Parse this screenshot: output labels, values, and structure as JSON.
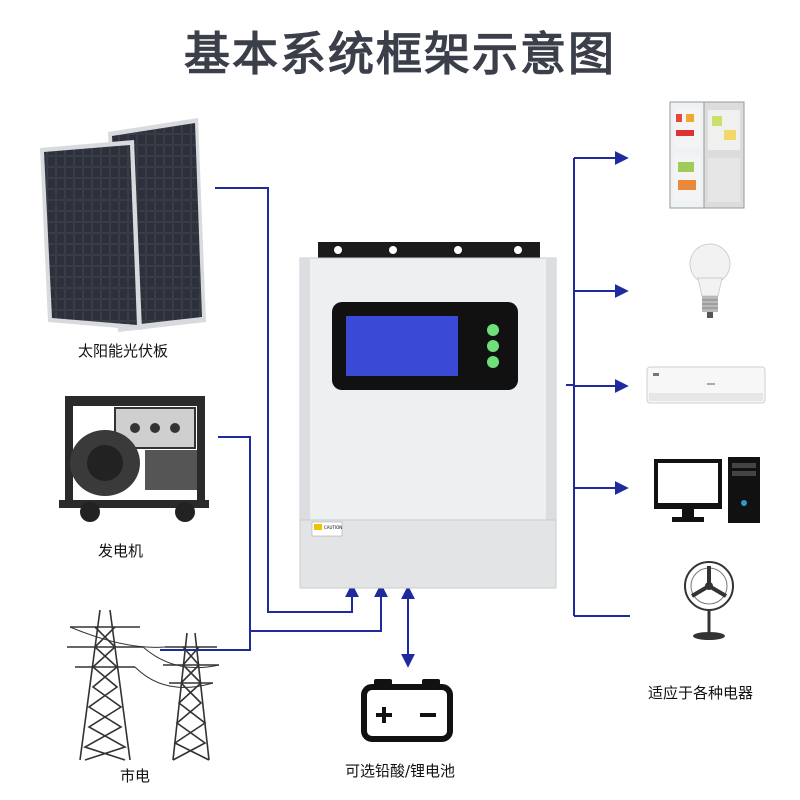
{
  "title": "基本系统框架示意图",
  "sources": {
    "solar": "太阳能光伏板",
    "generator": "发电机",
    "grid": "市电"
  },
  "battery": "可选铅酸/锂电池",
  "loads_label": "适应于各种电器",
  "inverter": {
    "caution_label": "CAUTION"
  },
  "colors": {
    "line": "#1f2a9c",
    "title": "#3a3f4a"
  }
}
